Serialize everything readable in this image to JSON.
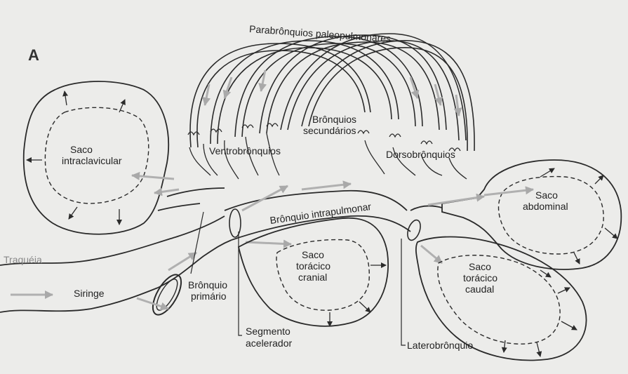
{
  "figure": {
    "panel_letter": "A",
    "labels": {
      "parabronquios": "Parabrônquios paleopulmonares",
      "saco_intraclavicular_1": "Saco",
      "saco_intraclavicular_2": "intraclavicular",
      "bronquios_secundarios_1": "Brônquios",
      "bronquios_secundarios_2": "secundários",
      "ventrobronquios": "Ventrobrônquios",
      "dorsobronquios": "Dorsobrônquios",
      "saco_abdominal_1": "Saco",
      "saco_abdominal_2": "abdominal",
      "bronquio_intrapulmonar": "Brônquio intrapulmonar",
      "saco_toracico_cranial_1": "Saco",
      "saco_toracico_cranial_2": "torácico",
      "saco_toracico_cranial_3": "cranial",
      "saco_toracico_caudal_1": "Saco",
      "saco_toracico_caudal_2": "torácico",
      "saco_toracico_caudal_3": "caudal",
      "traqueia": "Traquéia",
      "siringe": "Siringe",
      "bronquio_primario_1": "Brônquio",
      "bronquio_primario_2": "primário",
      "segmento_acelerador_1": "Segmento",
      "segmento_acelerador_2": "acelerador",
      "laterobronquio": "Laterobrônquio"
    }
  }
}
